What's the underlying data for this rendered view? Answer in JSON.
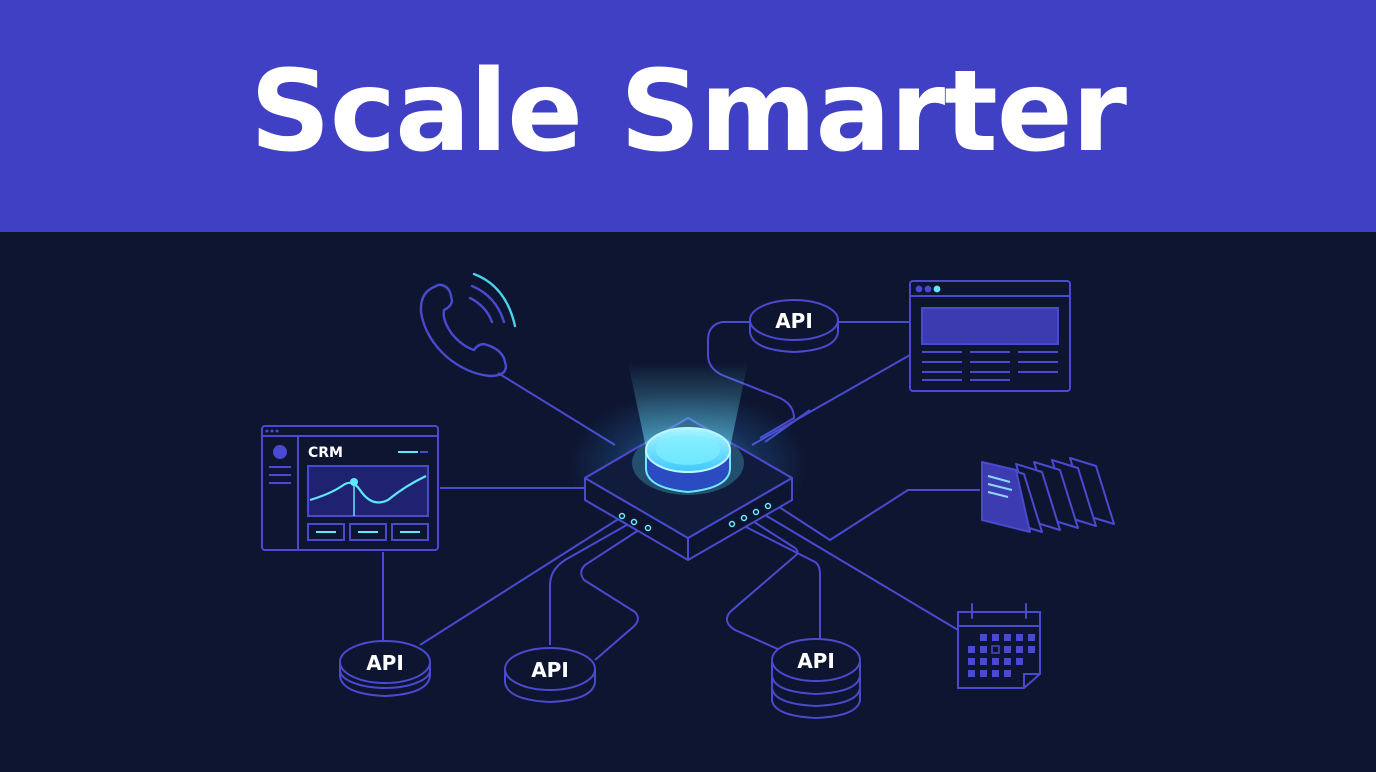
{
  "header": {
    "title": "Scale Smarter"
  },
  "nodes": {
    "crm_label": "CRM",
    "api_top": "API",
    "api_bottom_left": "API",
    "api_bottom_middle": "API",
    "api_bottom_right": "API"
  },
  "colors": {
    "banner": "#4040c4",
    "background": "#0d1530",
    "line": "#4a4ad0",
    "glow": "#5ee8ff",
    "accent_fill": "#3c3cb0",
    "text": "#ffffff"
  },
  "icons": [
    "phone-icon",
    "browser-window-icon",
    "crm-dashboard-icon",
    "hub-device-icon",
    "document-stack-icon",
    "calendar-icon",
    "database-icon"
  ]
}
